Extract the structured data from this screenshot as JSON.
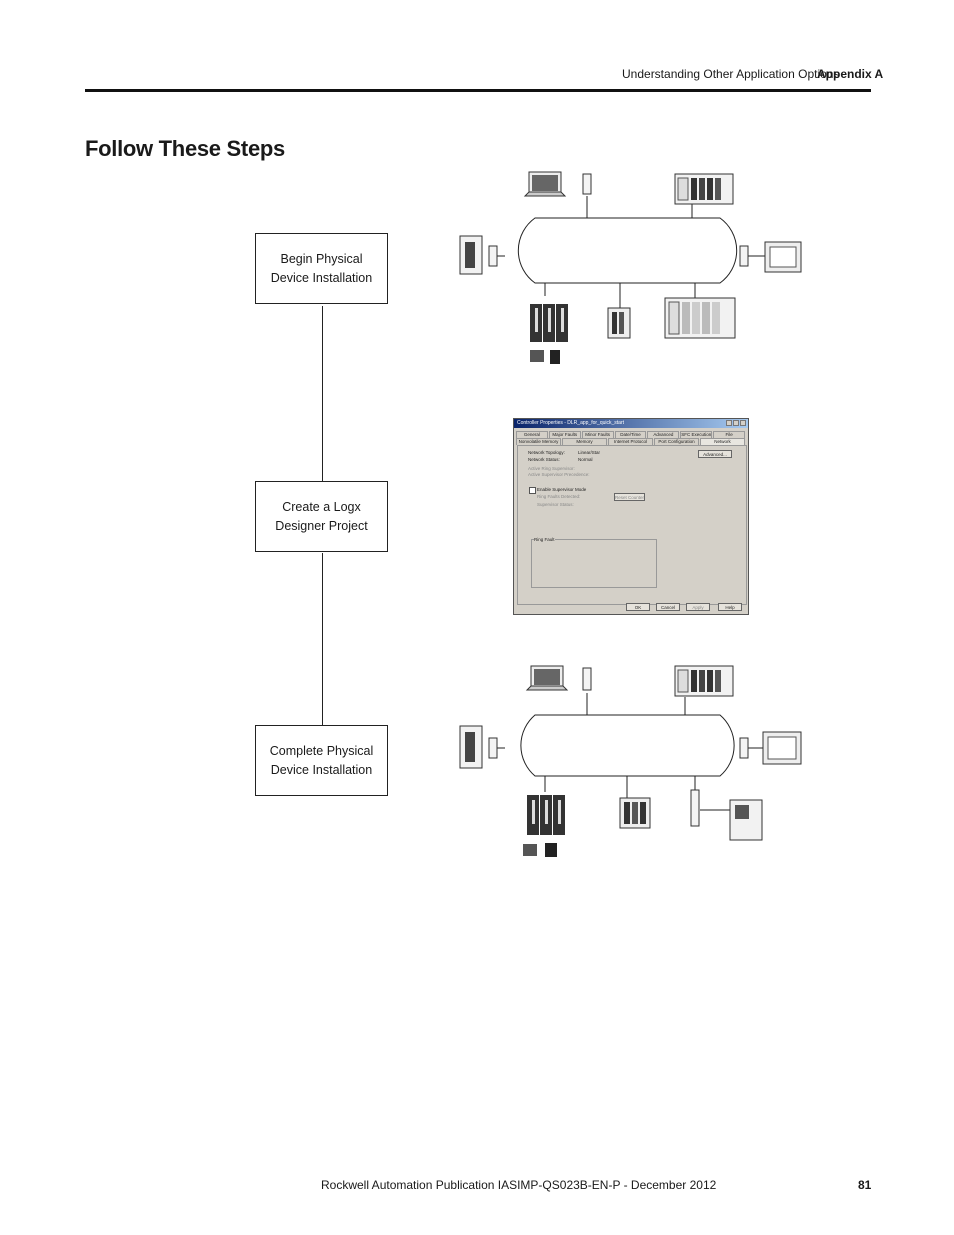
{
  "header": {
    "section_title": "Understanding Other Application Options",
    "appendix": "Appendix A"
  },
  "page_title": "Follow These Steps",
  "steps": [
    {
      "label": "Begin Physical Device Installation"
    },
    {
      "label": "Create a Logx Designer Project"
    },
    {
      "label": "Complete Physical Device Installation"
    }
  ],
  "dialog": {
    "title": "Controller Properties - DLR_app_for_quick_start",
    "tabs_row1": [
      "General",
      "Major Faults",
      "Minor Faults",
      "Date/Time",
      "Advanced",
      "SFC Execution",
      "File"
    ],
    "tabs_row2": [
      "Nonvolatile Memory",
      "Memory",
      "Internet Protocol",
      "Port Configuration",
      "Network"
    ],
    "fields": [
      {
        "label": "Network Topology:",
        "value": "Linear/Star"
      },
      {
        "label": "Network Status:",
        "value": "Normal"
      }
    ],
    "greyed_labels": [
      "Active Ring Supervisor:",
      "Active Supervisor Precedence:"
    ],
    "enable_supervisor_label": "Enable Supervisor Mode",
    "ring_faults_detected_label": "Ring Faults Detected:",
    "supervisor_status_label": "Supervisor Status:",
    "ring_fault_group": "Ring Fault",
    "buttons": {
      "advanced": "Advanced...",
      "reset_counter": "Reset Counter",
      "ok": "OK",
      "cancel": "Cancel",
      "apply": "Apply",
      "help": "Help"
    }
  },
  "footer": {
    "publication": "Rockwell Automation Publication IASIMP-QS023B-EN-P - December 2012",
    "page_number": "81"
  }
}
